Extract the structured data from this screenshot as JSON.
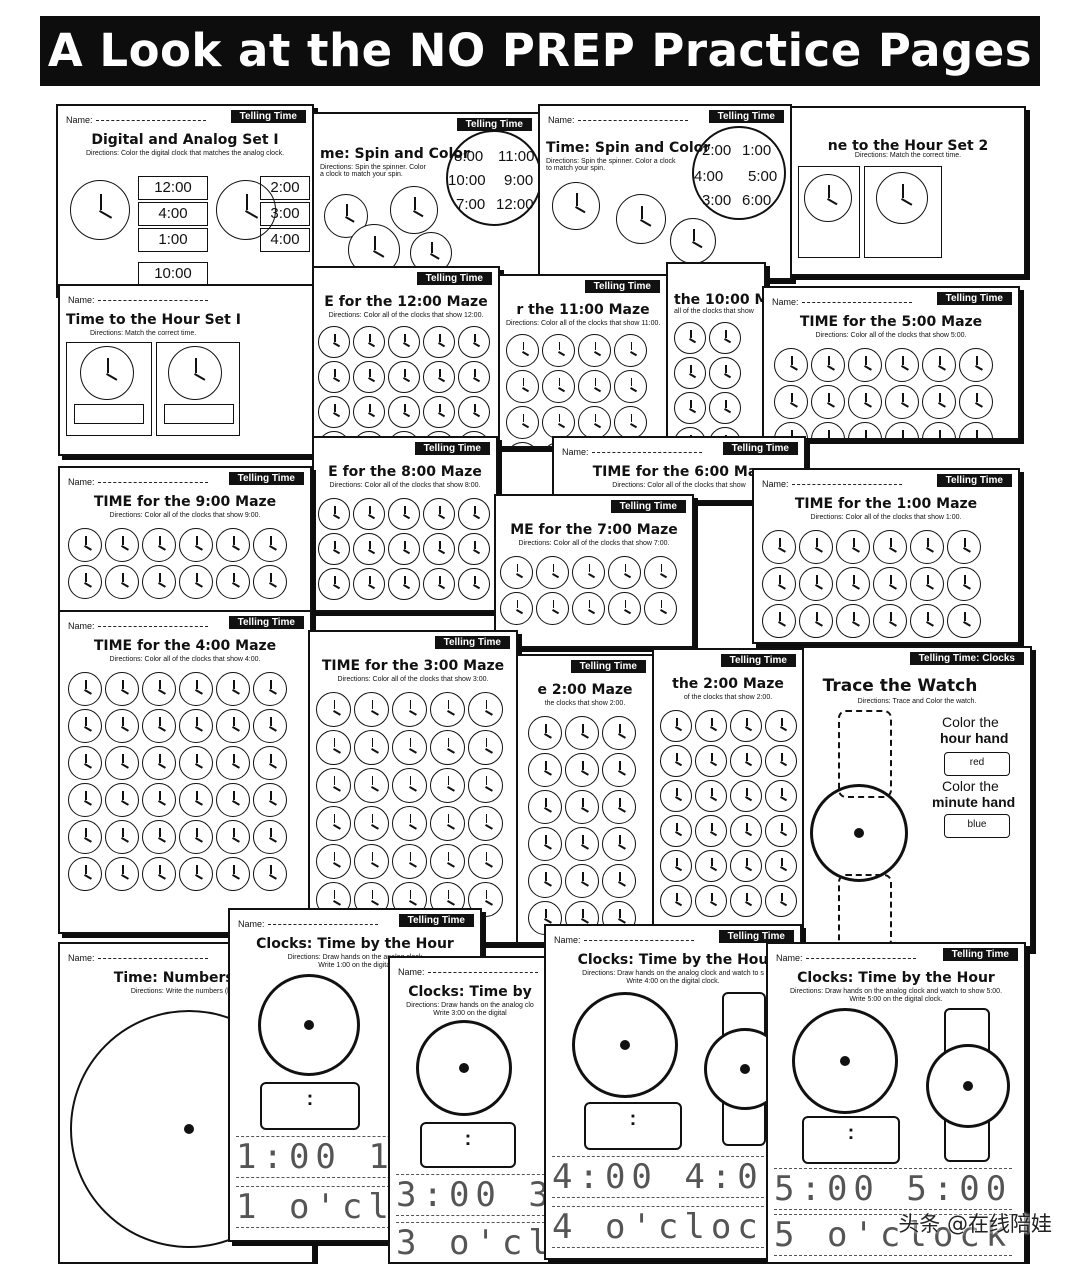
{
  "banner": "A Look at the NO PREP Practice Pages",
  "common": {
    "tag": "Telling Time",
    "name_label": "Name:"
  },
  "sheets": {
    "digital_analog": {
      "title": "Digital and Analog Set I",
      "directions": "Directions: Color the digital clock that matches the analog clock.",
      "times": [
        "12:00",
        "4:00",
        "1:00",
        "2:00",
        "3:00",
        "4:00",
        "10:00"
      ]
    },
    "spin1": {
      "title": "me: Spin and Color",
      "directions": "Directions: Spin the spinner. Color a clock to match your spin.",
      "spinner": [
        "8:00",
        "11:00",
        "10:00",
        "9:00",
        "7:00",
        "12:00"
      ]
    },
    "spin2": {
      "title": "Time: Spin and Color",
      "directions": "Directions: Spin the spinner. Color a clock to match your spin.",
      "spinner": [
        "2:00",
        "1:00",
        "4:00",
        "5:00",
        "3:00",
        "6:00"
      ]
    },
    "hour_set2": {
      "title": "ne to the Hour Set 2",
      "directions": "Directions: Match the correct time."
    },
    "hour_set1": {
      "title": "Time to the Hour Set I",
      "directions": "Directions: Match the correct time."
    },
    "maze_1200": {
      "title": "E for the 12:00 Maze",
      "directions": "Directions: Color all of the clocks that show 12:00."
    },
    "maze_1100": {
      "title": "r the 11:00 Maze",
      "directions": "Directions: Color all of the clocks that show 11:00."
    },
    "maze_1000": {
      "title": "the 10:00 Ma",
      "directions": "all of the clocks that show"
    },
    "maze_500": {
      "title": "TIME for the 5:00 Maze",
      "directions": "Directions: Color all of the clocks that show 5:00."
    },
    "maze_800": {
      "title": "E for the 8:00 Maze",
      "directions": "Directions: Color all of the clocks that show 8:00."
    },
    "maze_600": {
      "title": "TIME for the 6:00 Maz",
      "directions": "Directions: Color all of the clocks that show"
    },
    "maze_900": {
      "title": "TIME for the 9:00 Maze",
      "directions": "Directions: Color all of the clocks that show 9:00."
    },
    "maze_700": {
      "title": "ME for the 7:00 Maze",
      "directions": "Directions: Color all of the clocks that show 7:00."
    },
    "maze_100": {
      "title": "TIME for the 1:00 Maze",
      "directions": "Directions: Color all of the clocks that show 1:00."
    },
    "maze_400": {
      "title": "TIME for the 4:00 Maze",
      "directions": "Directions: Color all of the clocks that show 4:00."
    },
    "maze_300": {
      "title": "TIME for the 3:00 Maze",
      "directions": "Directions: Color all of the clocks that show 3:00."
    },
    "maze_200a": {
      "title": "e 2:00 Maze",
      "directions": "the clocks that show 2:00."
    },
    "maze_200b": {
      "title": "the 2:00 Maze",
      "directions": "of the clocks that show 2:00."
    },
    "watch": {
      "tag": "Telling Time: Clocks",
      "title": "Trace the Watch",
      "directions": "Directions: Trace and Color the watch.",
      "color_the": "Color the",
      "hour_hand": "hour hand",
      "minute_hand": "minute hand",
      "red": "red",
      "blue": "blue"
    },
    "numbers": {
      "title": "Time: Numbers on",
      "directions": "Directions: Write the numbers (hour"
    },
    "tbh1": {
      "title": "Clocks: Time by the Hour",
      "directions": "Directions: Draw hands on the analog clock",
      "write": "Write 1:00 on the digital",
      "trace1": "1:00 1:",
      "trace2": "1 o'cl"
    },
    "tbh3": {
      "title": "Clocks: Time by",
      "directions": "Directions: Draw hands on the analog clo",
      "write": "Write 3:00 on the digital",
      "trace1": "3:00 3",
      "trace2": "3 o'cl"
    },
    "tbh4": {
      "title": "Clocks: Time by the Hou",
      "directions": "Directions: Draw hands on the analog clock and watch to s",
      "write": "Write 4:00 on the digital clock.",
      "trace1": "4:00 4:0",
      "trace2": "4 o'cloc"
    },
    "tbh5": {
      "title": "Clocks: Time by the Hour",
      "directions": "Directions: Draw hands on the analog clock and watch to show 5:00.",
      "write": "Write 5:00 on the digital clock.",
      "trace1": "5:00 5:00",
      "trace2": "5 o'clock"
    }
  },
  "watermark": "头条 @在线陪娃"
}
